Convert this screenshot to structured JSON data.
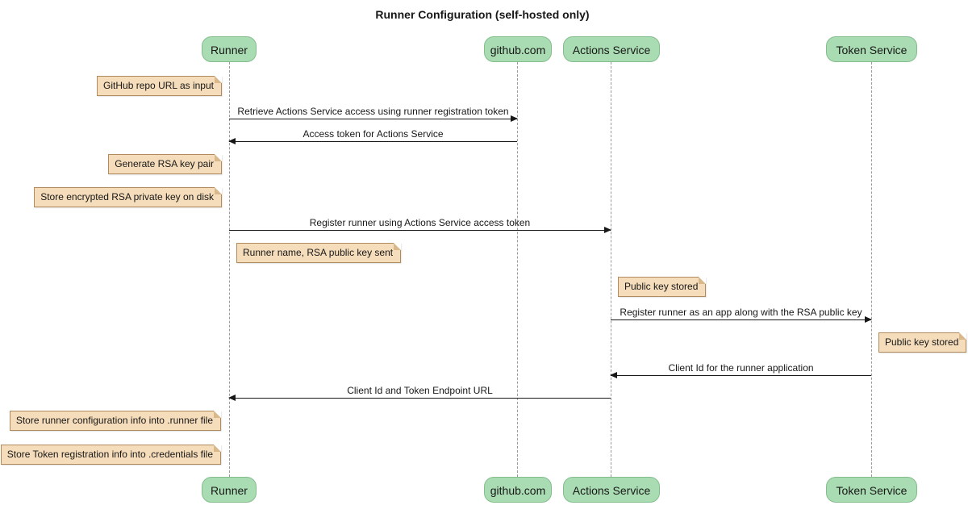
{
  "title": "Runner Configuration (self-hosted only)",
  "participants": [
    {
      "label": "Runner"
    },
    {
      "label": "github.com"
    },
    {
      "label": "Actions Service"
    },
    {
      "label": "Token Service"
    }
  ],
  "notes": [
    {
      "text": "GitHub repo URL as input",
      "anchor": "left of Runner"
    },
    {
      "text": "Generate RSA key pair",
      "anchor": "left of Runner"
    },
    {
      "text": "Store encrypted RSA private key on disk",
      "anchor": "left of Runner"
    },
    {
      "text": "Runner name, RSA public key sent",
      "anchor": "right of Runner"
    },
    {
      "text": "Public key stored",
      "anchor": "right of Actions Service"
    },
    {
      "text": "Public key stored",
      "anchor": "right of Token Service"
    },
    {
      "text": "Store runner configuration info into .runner file",
      "anchor": "left of Runner"
    },
    {
      "text": "Store Token registration info into .credentials file",
      "anchor": "left of Runner"
    }
  ],
  "messages": [
    {
      "text": "Retrieve Actions Service access using runner registration token",
      "from": "Runner",
      "to": "github.com"
    },
    {
      "text": "Access token for Actions Service",
      "from": "github.com",
      "to": "Runner"
    },
    {
      "text": "Register runner using Actions Service access token",
      "from": "Runner",
      "to": "Actions Service"
    },
    {
      "text": "Register runner as an app along with the RSA public key",
      "from": "Actions Service",
      "to": "Token Service"
    },
    {
      "text": "Client Id for the runner application",
      "from": "Token Service",
      "to": "Actions Service"
    },
    {
      "text": "Client Id and Token Endpoint URL",
      "from": "Actions Service",
      "to": "Runner"
    }
  ],
  "colors": {
    "participant_bg": "#A9DCB2",
    "participant_border": "#84BD8C",
    "note_bg": "#F5DCBA",
    "note_border": "#B08B5E"
  }
}
